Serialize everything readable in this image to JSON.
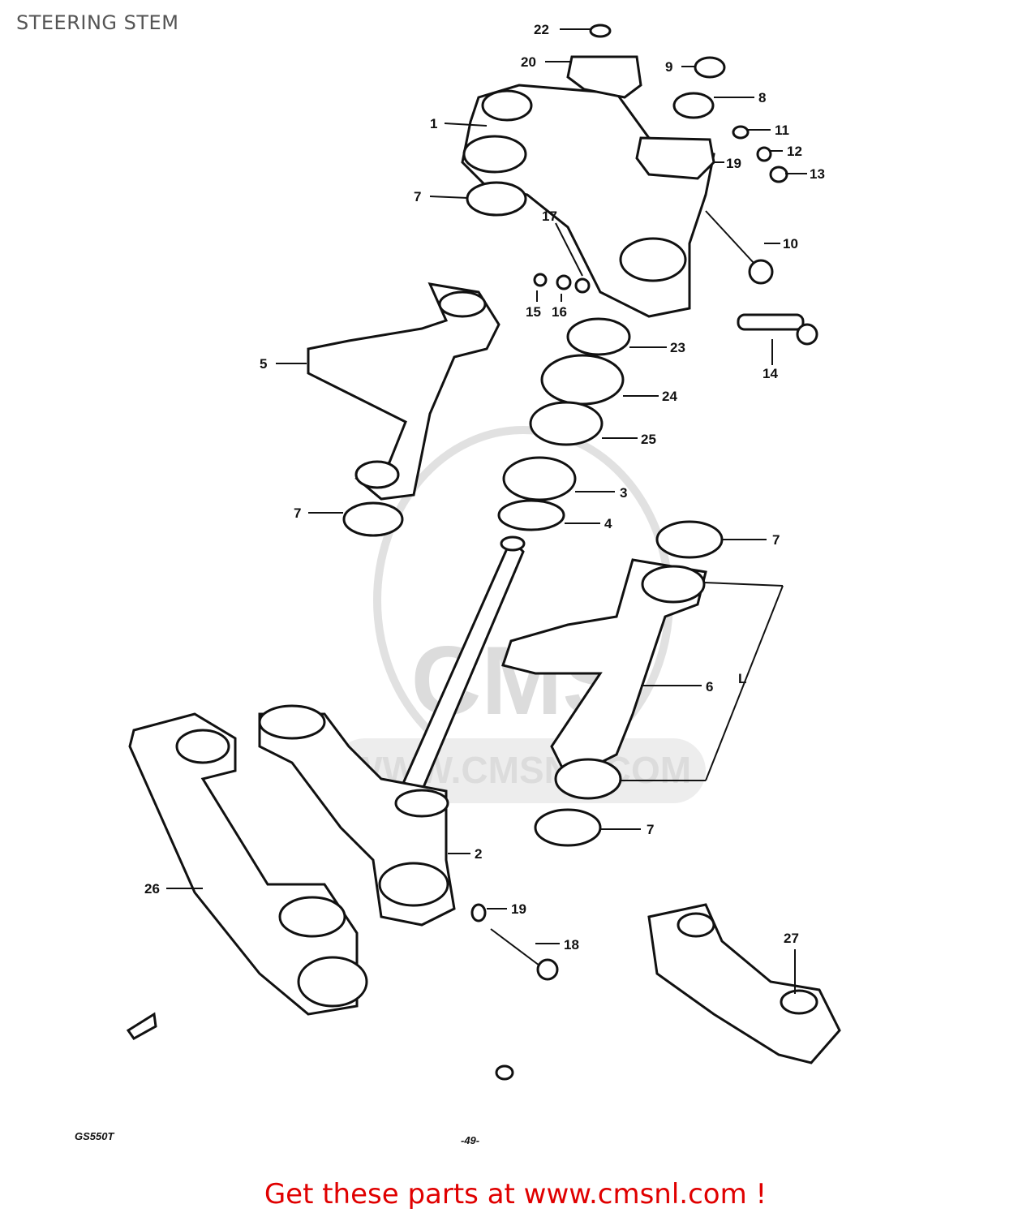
{
  "page": {
    "title": "STEERING STEM",
    "footer_left": "GS550T",
    "footer_center": "-49-",
    "cta": "Get these parts at www.cmsnl.com !"
  },
  "watermark": {
    "text1": "CMS",
    "text2": "WWW.CMSNL.COM"
  },
  "callouts": {
    "c22": "22",
    "c20": "20",
    "c9": "9",
    "c8": "8",
    "c1": "1",
    "c11": "11",
    "c12": "12",
    "c19a": "19",
    "c13": "13",
    "c7a": "7",
    "c17": "17",
    "c10": "10",
    "c15": "15",
    "c16": "16",
    "c5": "5",
    "c23": "23",
    "c14": "14",
    "c24": "24",
    "c25": "25",
    "c3": "3",
    "c7b": "7",
    "c4": "4",
    "c7c": "7",
    "c6": "6",
    "cL": "L",
    "c2": "2",
    "c7d": "7",
    "c26": "26",
    "c19b": "19",
    "c18": "18",
    "c27": "27"
  }
}
